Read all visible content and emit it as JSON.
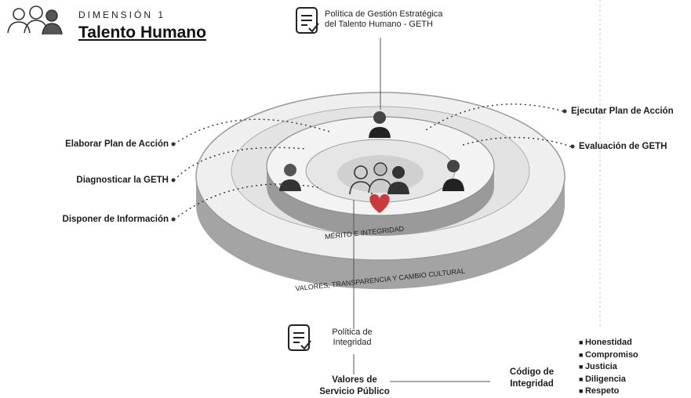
{
  "header": {
    "dimension_label": "DIMENSIÓN 1",
    "dimension_title": "Talento Humano"
  },
  "policy_geth": {
    "line1": "Política de Gestión Estratégica",
    "line2": "del Talento Humano - GETH"
  },
  "steps": {
    "elaborar": "Elaborar Plan de Acción",
    "diagnosticar": "Diagnosticar la GETH",
    "disponer": "Disponer de Información",
    "ejecutar": "Ejecutar Plan de Acción",
    "evaluacion": "Evaluación de GETH"
  },
  "rings": {
    "inner": "MÉRITO   E   INTEGRIDAD",
    "outer": "VALORES, TRANSPARENCIA Y CAMBIO CULTURAL"
  },
  "policy_integridad": {
    "line1": "Política de",
    "line2": "Integridad"
  },
  "valores": {
    "line1": "Valores de",
    "line2": "Servicio Público"
  },
  "codigo": {
    "line1": "Código de",
    "line2": "Integridad"
  },
  "values_list": [
    "Honestidad",
    "Compromiso",
    "Justicia",
    "Diligencia",
    "Respeto"
  ],
  "colors": {
    "ring_gray": "#b8b8b8",
    "ring_dark": "#8c8c8c",
    "heart": "#c93b3b"
  }
}
